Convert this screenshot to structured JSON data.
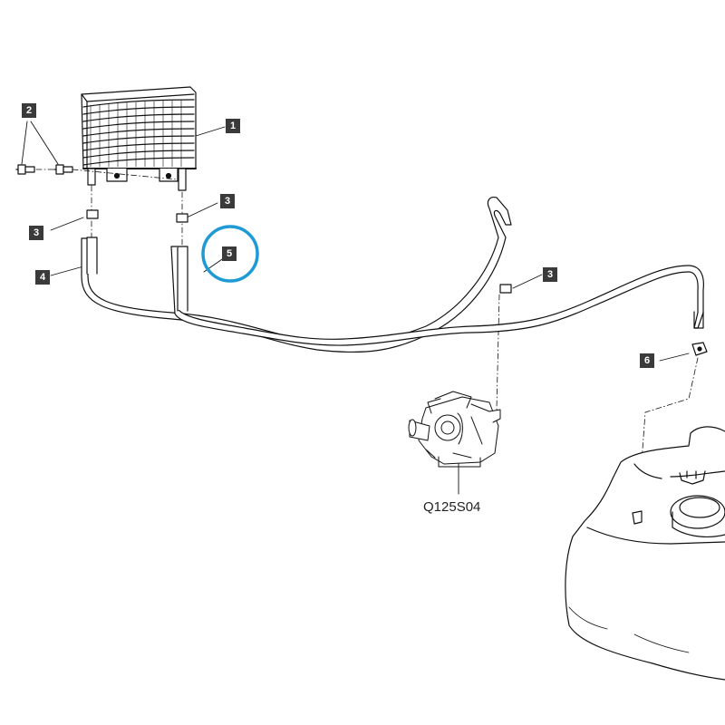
{
  "diagram": {
    "callouts": [
      {
        "id": "c1",
        "label": "1"
      },
      {
        "id": "c2",
        "label": "2"
      },
      {
        "id": "c3a",
        "label": "3"
      },
      {
        "id": "c3b",
        "label": "3"
      },
      {
        "id": "c3c",
        "label": "3"
      },
      {
        "id": "c4",
        "label": "4"
      },
      {
        "id": "c5",
        "label": "5"
      },
      {
        "id": "c6",
        "label": "6"
      }
    ],
    "pump_caption": "Q125S04",
    "highlight_color": "#1e9ad6",
    "callout_bg": "#3a3a3a",
    "line_color": "#111111"
  }
}
